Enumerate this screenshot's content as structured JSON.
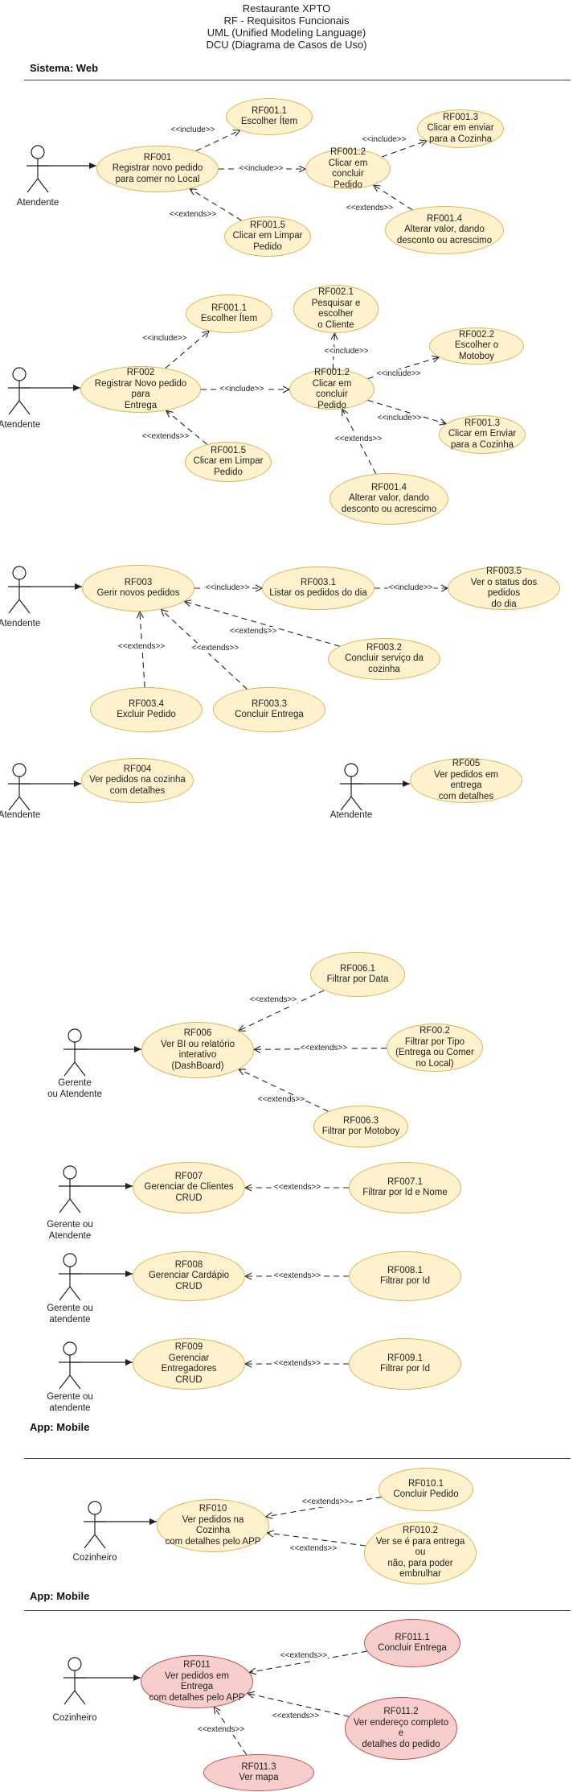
{
  "header": {
    "lines": [
      "Restaurante XPTO",
      "RF - Requisitos Funcionais",
      "UML (Unified Modeling Language)",
      "DCU (Diagrama de Casos de Uso)"
    ]
  },
  "sections": [
    {
      "label": "Sistema: Web"
    },
    {
      "label": "App: Mobile"
    },
    {
      "label": "App: Mobile"
    }
  ],
  "colors": {
    "yellow_fill": "#fff2cc",
    "yellow_stroke": "#d6b656",
    "red_fill": "#f8cecc",
    "red_stroke": "#b85450"
  },
  "actors": [
    {
      "label": "Atendente"
    },
    {
      "label": "Atendente"
    },
    {
      "label": "Atendente"
    },
    {
      "label": "Atendente"
    },
    {
      "label": "Atendente"
    },
    {
      "label": "Gerente\nou Atendente"
    },
    {
      "label": "Gerente ou\nAtendente"
    },
    {
      "label": "Gerente ou\natendente"
    },
    {
      "label": "Gerente ou\natendente"
    },
    {
      "label": "Cozinheiro"
    },
    {
      "label": "Cozinheiro"
    }
  ],
  "use_cases": [
    {
      "id": "RF001",
      "text": "Registrar novo pedido\npara comer no Local"
    },
    {
      "id": "RF001.1",
      "text": "Escolher Ítem"
    },
    {
      "id": "RF001.2",
      "text": "Clicar em concluir\nPedido"
    },
    {
      "id": "RF001.3",
      "text": "Clicar em enviar\npara a Cozinha"
    },
    {
      "id": "RF001.4",
      "text": "Alterar valor, dando\ndesconto ou acrescimo"
    },
    {
      "id": "RF001.5",
      "text": "Clicar em Limpar\nPedido"
    },
    {
      "id": "RF002",
      "text": "Registrar Novo pedido para\nEntrega"
    },
    {
      "id": "RF001.1",
      "text": "Escolher Ítem"
    },
    {
      "id": "RF002.1",
      "text": "Pesquisar e escolher\no Cliente"
    },
    {
      "id": "RF001.2",
      "text": "Clicar em concluir\nPedido"
    },
    {
      "id": "RF002.2",
      "text": "Escolher o Motoboy"
    },
    {
      "id": "RF001.3",
      "text": "Clicar em Enviar\npara a Cozinha"
    },
    {
      "id": "RF001.4",
      "text": "Alterar valor, dando\ndesconto ou acrescimo"
    },
    {
      "id": "RF001.5",
      "text": "Clicar em Limpar\nPedido"
    },
    {
      "id": "RF003",
      "text": "Gerir novos pedidos"
    },
    {
      "id": "RF003.1",
      "text": "Listar os pedidos do dia"
    },
    {
      "id": "RF003.5",
      "text": "Ver o status dos pedidos\ndo dia"
    },
    {
      "id": "RF003.2",
      "text": "Concluir serviço da\ncozinha"
    },
    {
      "id": "RF003.3",
      "text": "Concluir Entrega"
    },
    {
      "id": "RF003.4",
      "text": "Excluir Pedido"
    },
    {
      "id": "RF004",
      "text": "Ver pedidos na cozinha\ncom detalhes"
    },
    {
      "id": "RF005",
      "text": "Ver pedidos em entrega\ncom detalhes"
    },
    {
      "id": "RF006",
      "text": "Ver BI ou relatório\ninterativo\n(DashBoard)"
    },
    {
      "id": "RF006.1",
      "text": "Filtrar por Data"
    },
    {
      "id": "RF00.2",
      "text": "Filtrar por Tipo\n(Entrega ou Comer\nno Local)"
    },
    {
      "id": "RF006.3",
      "text": "Filtrar por Motoboy"
    },
    {
      "id": "RF007",
      "text": "Gerenciar de Clientes\nCRUD"
    },
    {
      "id": "RF007.1",
      "text": "Filtrar por  Id e Nome"
    },
    {
      "id": "RF008",
      "text": "Gerenciar Cardápio\nCRUD"
    },
    {
      "id": "RF008.1",
      "text": "Filtrar por  Id"
    },
    {
      "id": "RF009",
      "text": "Gerenciar Entregadores\nCRUD"
    },
    {
      "id": "RF009.1",
      "text": "Filtrar por  Id"
    },
    {
      "id": "RF010",
      "text": "Ver pedidos na Cozinha\ncom detalhes pelo APP"
    },
    {
      "id": "RF010.1",
      "text": "Concluir Pedido"
    },
    {
      "id": "RF010.2",
      "text": "Ver se é para entrega ou\nnão, para poder\nembrulhar"
    },
    {
      "id": "RF011",
      "text": "Ver pedidos em Entrega\ncom detalhes pelo APP"
    },
    {
      "id": "RF011.1",
      "text": "Concluir Entrega"
    },
    {
      "id": "RF011.2",
      "text": "Ver endereço completo e\ndetalhes do pedido"
    },
    {
      "id": "RF011.3",
      "text": "Ver mapa"
    }
  ],
  "relations": [
    {
      "label": "<<include>>"
    },
    {
      "label": "<<include>>"
    },
    {
      "label": "<<include>>"
    },
    {
      "label": "<<extends>>"
    },
    {
      "label": "<<extends>>"
    },
    {
      "label": "<<include>>"
    },
    {
      "label": "<<include>>"
    },
    {
      "label": "<<include>>"
    },
    {
      "label": "<<include>>"
    },
    {
      "label": "<<include>>"
    },
    {
      "label": "<<extends>>"
    },
    {
      "label": "<<extends>>"
    },
    {
      "label": "<<include>>"
    },
    {
      "label": "<<include>>"
    },
    {
      "label": "<<extends>>"
    },
    {
      "label": "<<extends>>"
    },
    {
      "label": "<<extends>>"
    },
    {
      "label": "<<extends>>"
    },
    {
      "label": "<<extends>>"
    },
    {
      "label": "<<extends>>"
    },
    {
      "label": "<<extends>>"
    },
    {
      "label": "<<extends>>"
    },
    {
      "label": "<<extends>>"
    },
    {
      "label": "<<extends>>"
    },
    {
      "label": "<<extends>>"
    },
    {
      "label": "<<extends>>"
    },
    {
      "label": "<<extends>>"
    },
    {
      "label": "<<extends>>"
    }
  ]
}
